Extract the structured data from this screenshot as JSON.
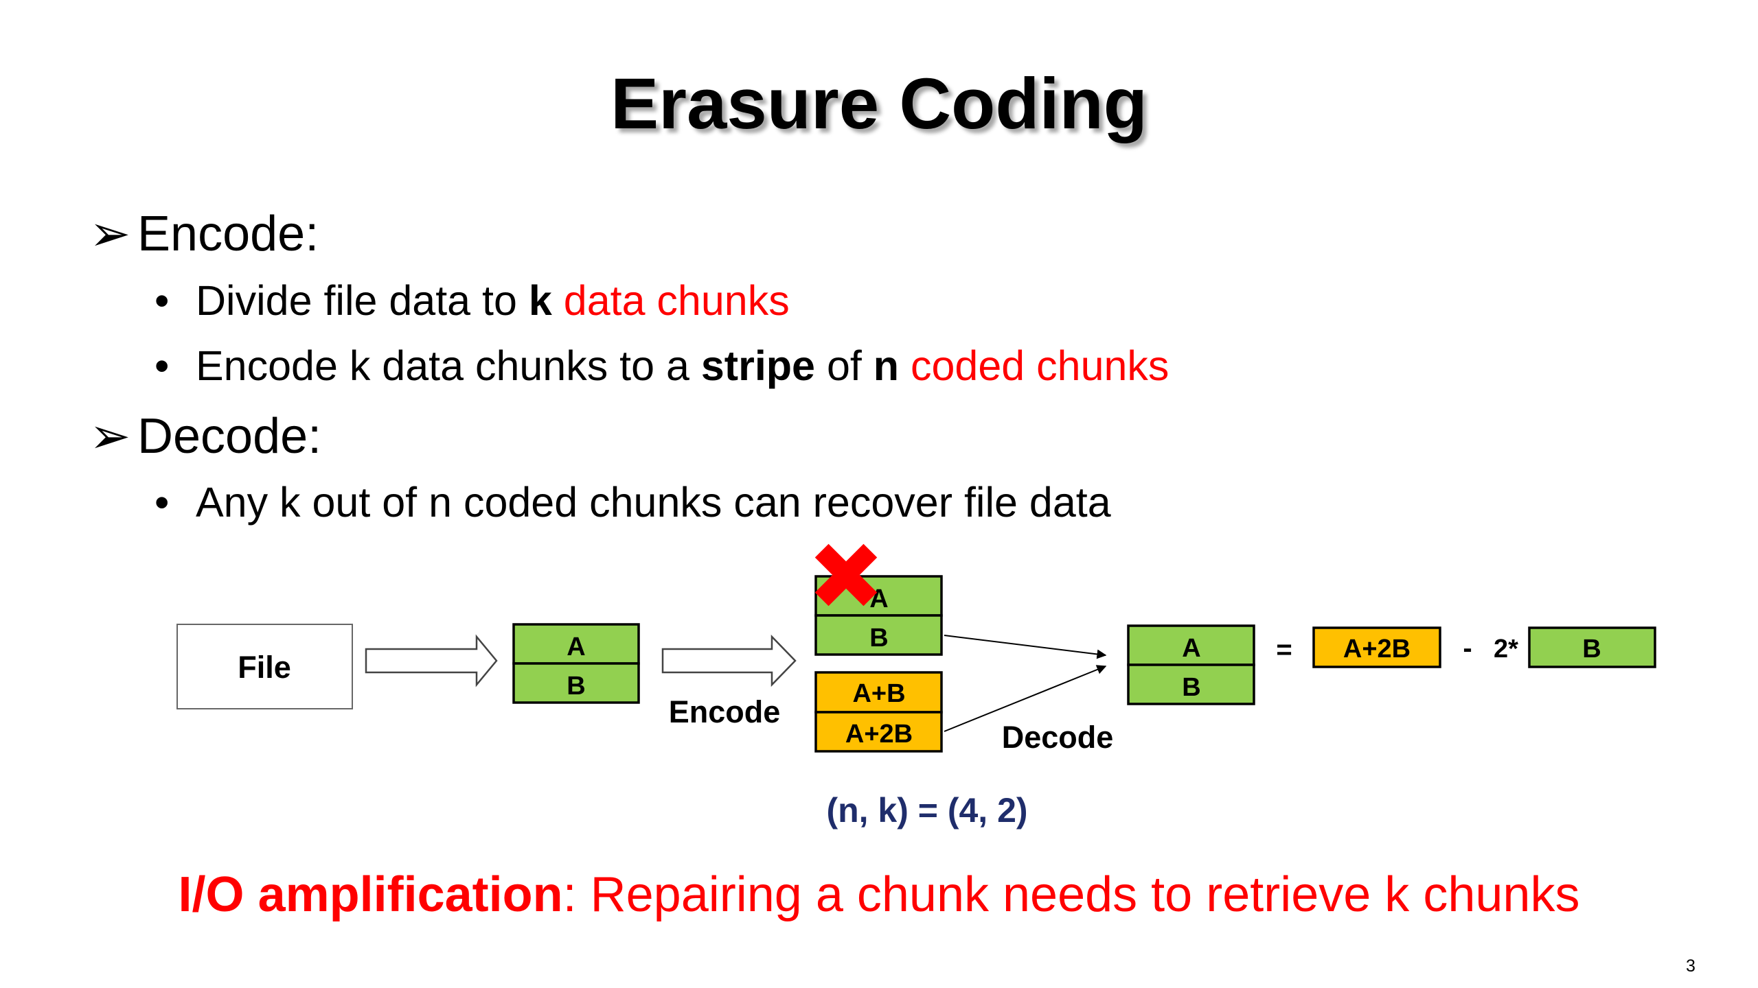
{
  "title": "Erasure Coding",
  "encode": {
    "heading": "Encode:",
    "bullet1": {
      "prefix": "Divide file data to ",
      "k": "k",
      "space": " ",
      "red": "data chunks"
    },
    "bullet2": {
      "prefix": "Encode k data chunks to a ",
      "stripe": "stripe",
      "of": " of ",
      "n": "n",
      "space": " ",
      "red": "coded chunks"
    }
  },
  "decode": {
    "heading": "Decode:",
    "bullet1": "Any k out of n coded chunks can recover file data"
  },
  "diagram": {
    "file_label": "File",
    "data_chunks": [
      "A",
      "B"
    ],
    "encode_label": "Encode",
    "coded_chunks": [
      "A",
      "B",
      "A+B",
      "A+2B"
    ],
    "decode_label": "Decode",
    "recovered_chunks": [
      "A",
      "B"
    ],
    "equals": "=",
    "term1": "A+2B",
    "minus": "-",
    "coef": "2*",
    "term2": "B",
    "params": "(n, k) = (4, 2)",
    "colors": {
      "data": "#92d050",
      "parity": "#ffc000",
      "cross": "#ff0000",
      "params": "#1f2d6b"
    }
  },
  "footer": {
    "bold": "I/O amplification",
    "rest": ": Repairing a chunk needs to retrieve k chunks"
  },
  "page_number": "3"
}
